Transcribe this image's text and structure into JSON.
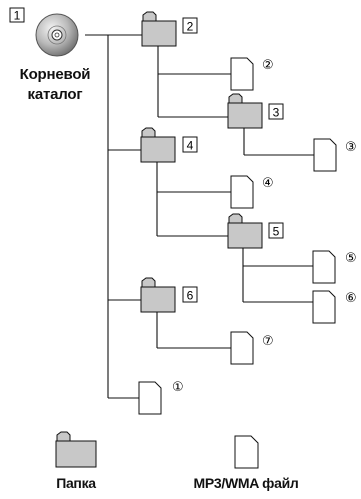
{
  "root": {
    "badge": "1",
    "label_line1": "Корневой",
    "label_line2": "каталог"
  },
  "folders": [
    {
      "badge": "2"
    },
    {
      "badge": "3"
    },
    {
      "badge": "4"
    },
    {
      "badge": "5"
    },
    {
      "badge": "6"
    }
  ],
  "files": [
    {
      "num": "②"
    },
    {
      "num": "③"
    },
    {
      "num": "④"
    },
    {
      "num": "⑤"
    },
    {
      "num": "⑥"
    },
    {
      "num": "⑦"
    },
    {
      "num": "①"
    }
  ],
  "legend": {
    "folder_label": "Папка",
    "file_label": "MP3/WMA файл"
  },
  "colors": {
    "folder_fill": "#c8c8c8",
    "line": "#111111"
  }
}
